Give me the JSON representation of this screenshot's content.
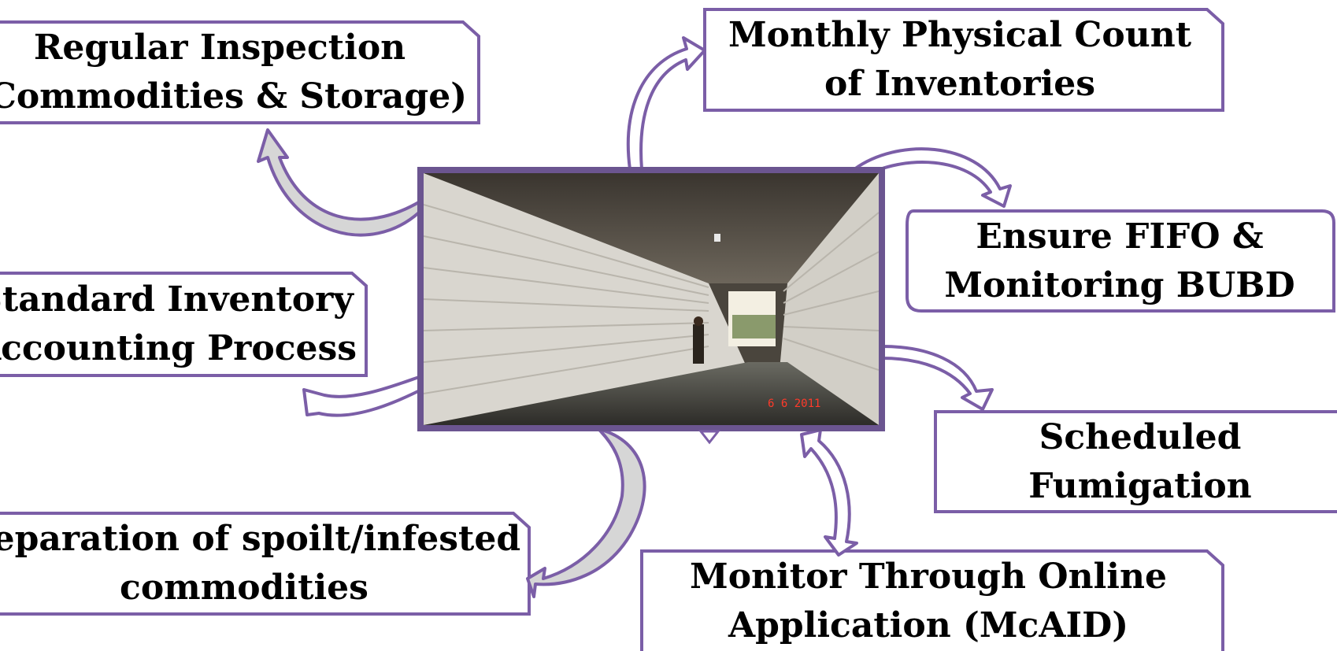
{
  "colors": {
    "border": "#7b5ea7",
    "frame": "#6b5590",
    "arrow_fill": "#d6d6d6"
  },
  "photo": {
    "date_stamp": "6  6 2011"
  },
  "boxes": {
    "regular_inspection": {
      "line1": "Regular Inspection",
      "line2": "(Commodities & Storage)"
    },
    "monthly_count": {
      "line1": "Monthly Physical Count",
      "line2": "of Inventories"
    },
    "fifo": {
      "line1": "Ensure FIFO &",
      "line2": "Monitoring BUBD"
    },
    "standard_inventory": {
      "line1": "Standard Inventory",
      "line2": "Accounting Process"
    },
    "scheduled_fumigation": {
      "line1": "Scheduled",
      "line2": "Fumigation"
    },
    "separation": {
      "line1": "Separation of spoilt/infested",
      "line2": "commodities"
    },
    "monitor_online": {
      "line1": "Monitor Through Online",
      "line2": "Application (McAID)"
    }
  }
}
